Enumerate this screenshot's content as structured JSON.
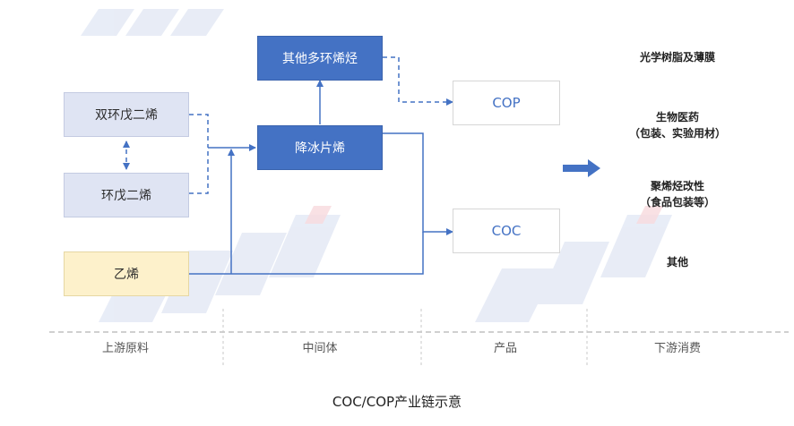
{
  "raw_materials": {
    "dicyclopentadiene": "双环戊二烯",
    "cyclopentadiene": "环戊二烯",
    "ethylene": "乙烯"
  },
  "intermediates": {
    "other_polycyclic": "其他多环烯烃",
    "norbornene": "降冰片烯"
  },
  "products": {
    "cop": "COP",
    "coc": "COC"
  },
  "applications": {
    "optical": "光学树脂及薄膜",
    "bio_medical_line1": "生物医药",
    "bio_medical_line2": "（包装、实验用材）",
    "polyolefin_line1": "聚烯烃改性",
    "polyolefin_line2": "（食品包装等）",
    "other": "其他"
  },
  "stages": {
    "upstream": "上游原料",
    "intermediate": "中间体",
    "product": "产品",
    "downstream": "下游消费"
  },
  "caption": "COC/COP产业链示意",
  "colors": {
    "accent_blue": "#4472c4",
    "raw_fill": "#dfe4f3",
    "ethylene_fill": "#fdf1cb",
    "divider": "#b5b5b5"
  }
}
